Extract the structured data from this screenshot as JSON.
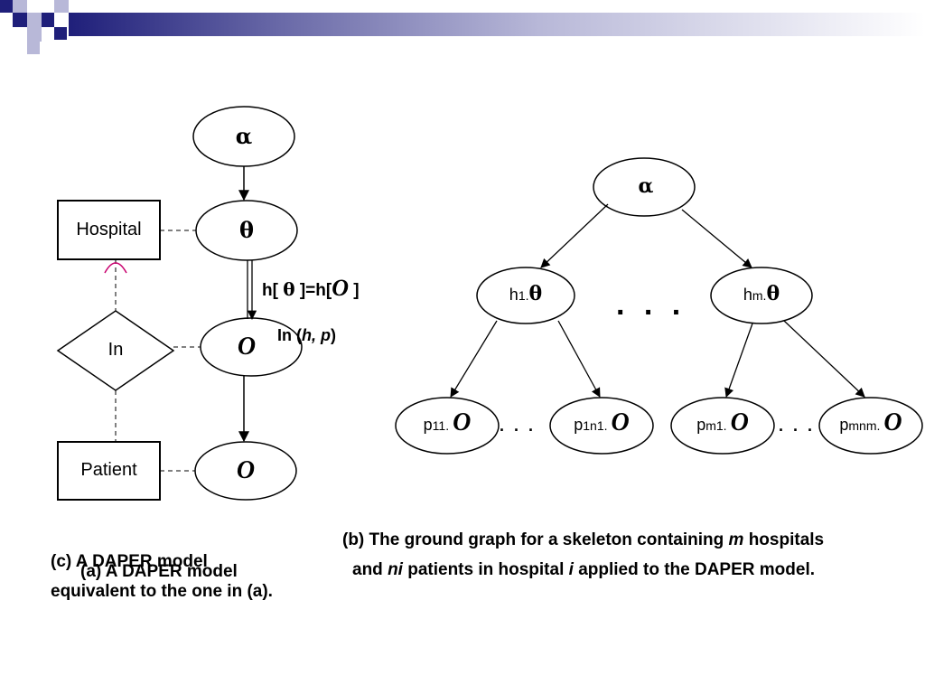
{
  "colors": {
    "banner_dark": "#1f1f7a",
    "banner_light": "#b8b8d8",
    "arc": "#c8006e"
  },
  "panel_a": {
    "caption": "(a) A DAPER model",
    "alpha": "α",
    "theta": "θ",
    "o_mid": "O",
    "o_bottom": "O",
    "entity_hospital": "Hospital",
    "relationship_in": "In",
    "entity_patient": "Patient",
    "constraint_in": "In",
    "constraint_args": "h, p",
    "constraint_h1": "h[",
    "constraint_theta": "θ",
    "constraint_eq": "]=h[",
    "constraint_o": "O",
    "constraint_close": "]"
  },
  "panel_b": {
    "caption_line1": "(b) The ground graph for a skeleton containing",
    "caption_m": "m",
    "caption_hospitals": "hospitals",
    "caption_and": "and",
    "caption_ni": "ni",
    "caption_patients": "patients in hospital",
    "caption_i": "i",
    "caption_rest": "applied to the DAPER model.",
    "alpha": "α",
    "h1_base": "h",
    "h1_sub": "1.",
    "hm_base": "h",
    "hm_sub": "m.",
    "theta": "θ",
    "ellipsis_mid": ". . .",
    "p11_base": "p",
    "p11_sub": "11.",
    "p1n1_base": "p",
    "p1n1_sub": "1n1.",
    "pm1_base": "p",
    "pm1_sub": "m1.",
    "pmnm_base": "p",
    "pmnm_sub": "mnm.",
    "o": "O",
    "ellipsis_small": ". . ."
  },
  "panel_c": {
    "caption_line1": "(c) A DAPER model",
    "caption_line2": "equivalent to the one in (a)."
  }
}
